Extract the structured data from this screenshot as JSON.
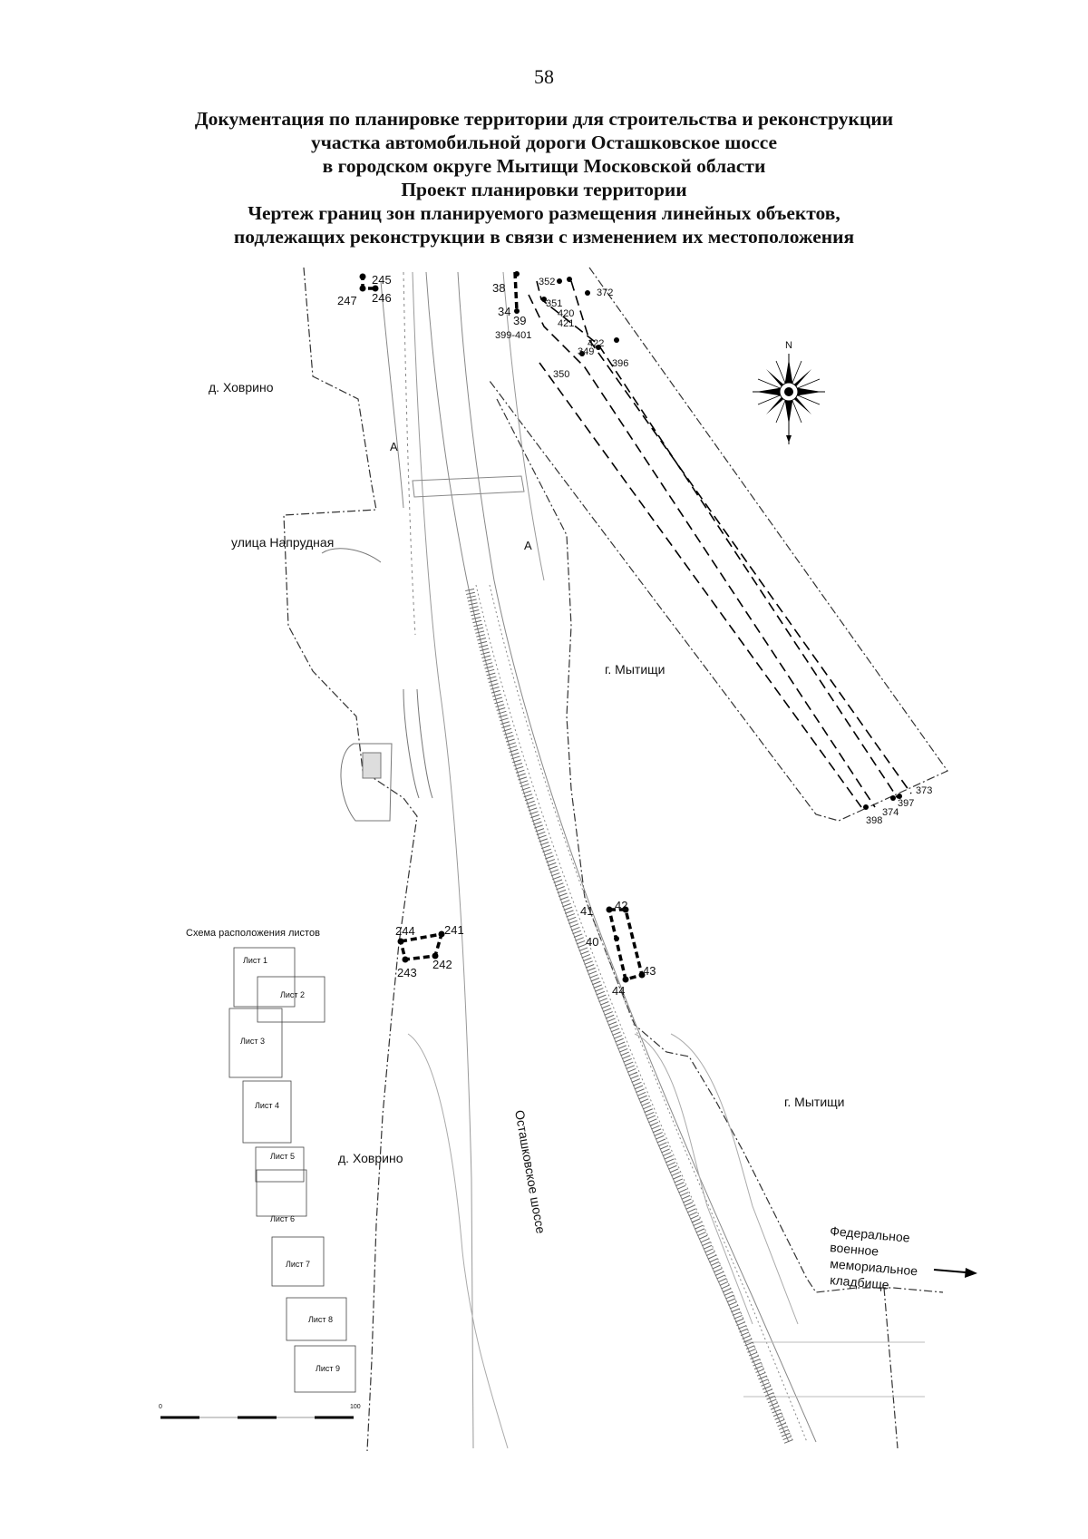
{
  "page_number": "58",
  "header": {
    "lines": [
      "Документация по планировке территории для строительства и реконструкции",
      "участка автомобильной дороги Осташковское шоссе",
      "в городском округе Мытищи Московской области",
      "Проект планировки территории",
      "Чертеж границ зон планируемого размещения линейных объектов,",
      "подлежащих реконструкции в связи с изменением их местоположения"
    ]
  },
  "map": {
    "places": {
      "khovrino_top": "д. Ховрино",
      "naprudnaya": "улица Напрудная",
      "mytishchi_1": "г. Мытищи",
      "mytishchi_2": "г. Мытищи",
      "khovrino_bottom": "д. Ховрино",
      "road": "Осташковское шоссе",
      "cemetery_1": "Федеральное",
      "cemetery_2": "военное",
      "cemetery_3": "мемориальное",
      "cemetery_4": "кладбище",
      "road_marker_1": "A",
      "road_marker_2": "A"
    },
    "compass_north": "N",
    "points": {
      "p245": "245",
      "p246": "246",
      "p247": "247",
      "p38": "38",
      "p34": "34",
      "p39": "39",
      "p399": "399-401",
      "p352": "352",
      "p351": "351",
      "p420": "420",
      "p421": "421",
      "p372": "372",
      "p422": "422",
      "p349": "349",
      "p350": "350",
      "p396": "396",
      "p373": "373",
      "p397": "397",
      "p374": "374",
      "p398": "398",
      "p41": "41",
      "p42": "42",
      "p40": "40",
      "p43": "43",
      "p44": "44",
      "p244": "244",
      "p241": "241",
      "p242": "242",
      "p243": "243"
    },
    "sheet_scheme": {
      "title": "Схема расположения листов",
      "sheets": [
        "Лист 1",
        "Лист 2",
        "Лист 3",
        "Лист 4",
        "Лист 5",
        "Лист 6",
        "Лист 7",
        "Лист 8",
        "Лист 9"
      ]
    },
    "scale": {
      "start": "0",
      "end": "100"
    }
  }
}
